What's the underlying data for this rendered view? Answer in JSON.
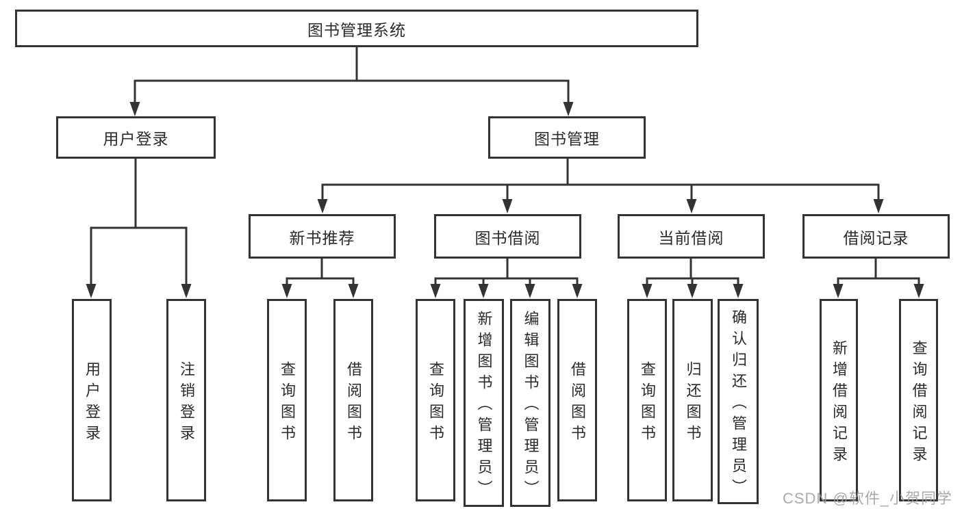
{
  "diagram": {
    "title": "图书管理系统",
    "branches": [
      {
        "label": "用户登录",
        "children": [
          {
            "label": "用户登录"
          },
          {
            "label": "注销登录"
          }
        ]
      },
      {
        "label": "图书管理",
        "children": [
          {
            "label": "新书推荐",
            "children": [
              {
                "label": "查询图书"
              },
              {
                "label": "借阅图书"
              }
            ]
          },
          {
            "label": "图书借阅",
            "children": [
              {
                "label": "查询图书"
              },
              {
                "label": "新增图书（管理员）"
              },
              {
                "label": "编辑图书（管理员）"
              },
              {
                "label": "借阅图书"
              }
            ]
          },
          {
            "label": "当前借阅",
            "children": [
              {
                "label": "查询图书"
              },
              {
                "label": "归还图书"
              },
              {
                "label": "确认归还（管理员）"
              }
            ]
          },
          {
            "label": "借阅记录",
            "children": [
              {
                "label": "新增借阅记录"
              },
              {
                "label": "查询借阅记录"
              }
            ]
          }
        ]
      }
    ]
  },
  "watermark": {
    "text": "CSDN @软件_小贺同学"
  },
  "colors": {
    "line": "#333333",
    "box_border": "#333333",
    "text": "#2b2b2b",
    "watermark": "#9c9c9c",
    "background": "#ffffff"
  }
}
